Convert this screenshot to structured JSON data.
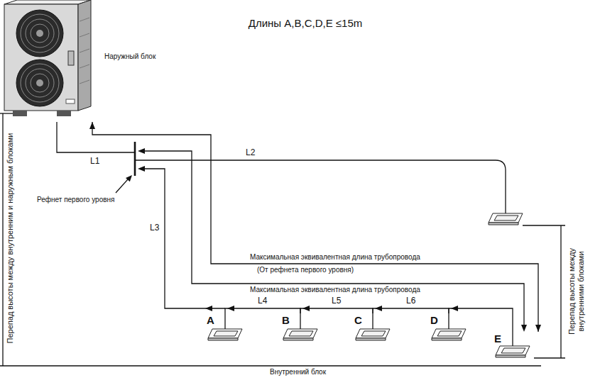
{
  "diagram": {
    "title": "Длины A,B,C,D,E ≤15m",
    "nodes": [
      {
        "text": [
          "Наружный блок"
        ]
      },
      {
        "text": [
          "A"
        ]
      },
      {
        "text": [
          "B"
        ]
      },
      {
        "text": [
          "C"
        ]
      },
      {
        "text": [
          "D"
        ]
      },
      {
        "text": [
          "E"
        ]
      }
    ],
    "edges": [
      {
        "from": 0,
        "to": 5,
        "arrow": "both"
      },
      {
        "from": 2,
        "to": 1,
        "arrow": "to",
        "label": "L4"
      },
      {
        "from": 3,
        "to": 2,
        "arrow": "to",
        "label": "L5"
      },
      {
        "from": 4,
        "to": 3,
        "arrow": "to",
        "label": "L6"
      },
      {
        "from": 5,
        "to": 4,
        "arrow": "to"
      }
    ],
    "labels": [
      "Рефнет первого уровня",
      "L1",
      "L2",
      "L3",
      "Максимальная эквивалентная длина трубопровода",
      "(От рефнета первого уровня)",
      "Максимальная эквивалентная длина трубопровода",
      "Перепад высоты между внутренним и наружным блоками",
      "Перепад высоты между внутренними блоками",
      "Внутренний блок"
    ]
  }
}
